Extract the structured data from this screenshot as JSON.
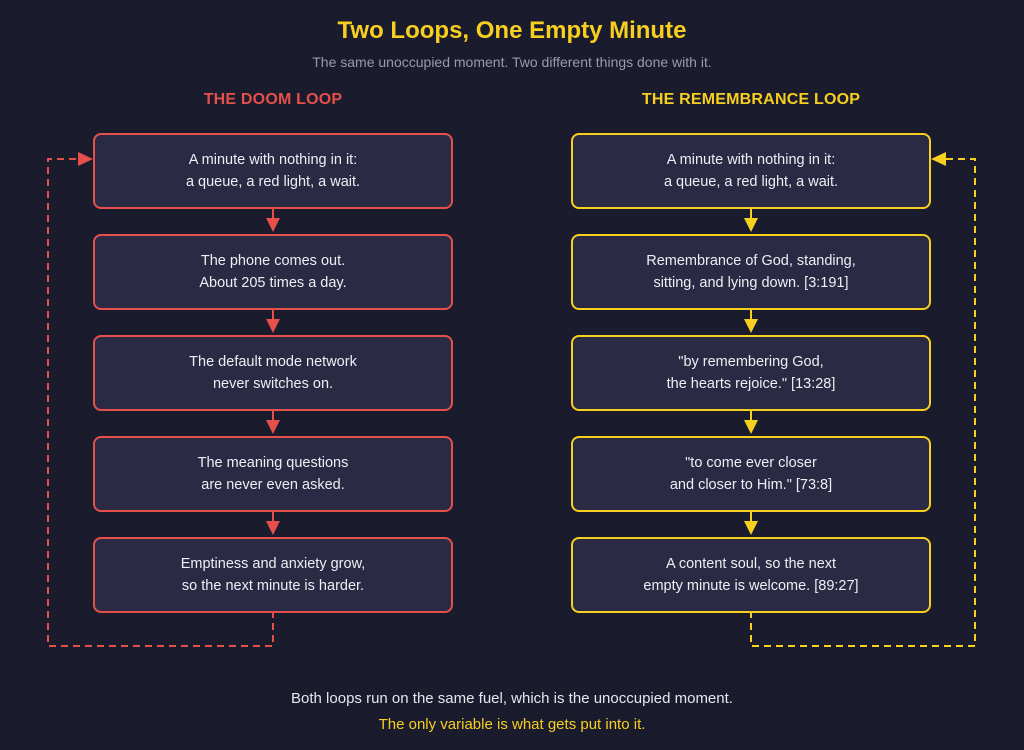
{
  "title": "Two Loops, One Empty Minute",
  "subtitle": "The same unoccupied moment. Two different things done with it.",
  "colors": {
    "background": "#1b1b2e",
    "doom": "#e5504a",
    "remembrance": "#f7cf1f",
    "node_fill": "#2a2a45"
  },
  "doom": {
    "heading": "THE DOOM LOOP",
    "steps": [
      {
        "line1": "A minute with nothing in it:",
        "line2": "a queue, a red light, a wait."
      },
      {
        "line1": "The phone comes out.",
        "line2": "About 205 times a day."
      },
      {
        "line1": "The default mode network",
        "line2": "never switches on."
      },
      {
        "line1": "The meaning questions",
        "line2": "are never even asked."
      },
      {
        "line1": "Emptiness and anxiety grow,",
        "line2": "so the next minute is harder."
      }
    ]
  },
  "remembrance": {
    "heading": "THE REMEMBRANCE LOOP",
    "steps": [
      {
        "line1": "A minute with nothing in it:",
        "line2": "a queue, a red light, a wait."
      },
      {
        "line1": "Remembrance of God, standing,",
        "line2": "sitting, and lying down. [3:191]"
      },
      {
        "line1": "\"by remembering God,",
        "line2": "the hearts rejoice.\" [13:28]"
      },
      {
        "line1": "\"to come ever closer",
        "line2": "and closer to Him.\" [73:8]"
      },
      {
        "line1": "A content soul, so the next",
        "line2": "empty minute is welcome. [89:27]"
      }
    ]
  },
  "footer": {
    "line1": "Both loops run on the same fuel, which is the unoccupied moment.",
    "line2": "The only variable is what gets put into it."
  }
}
